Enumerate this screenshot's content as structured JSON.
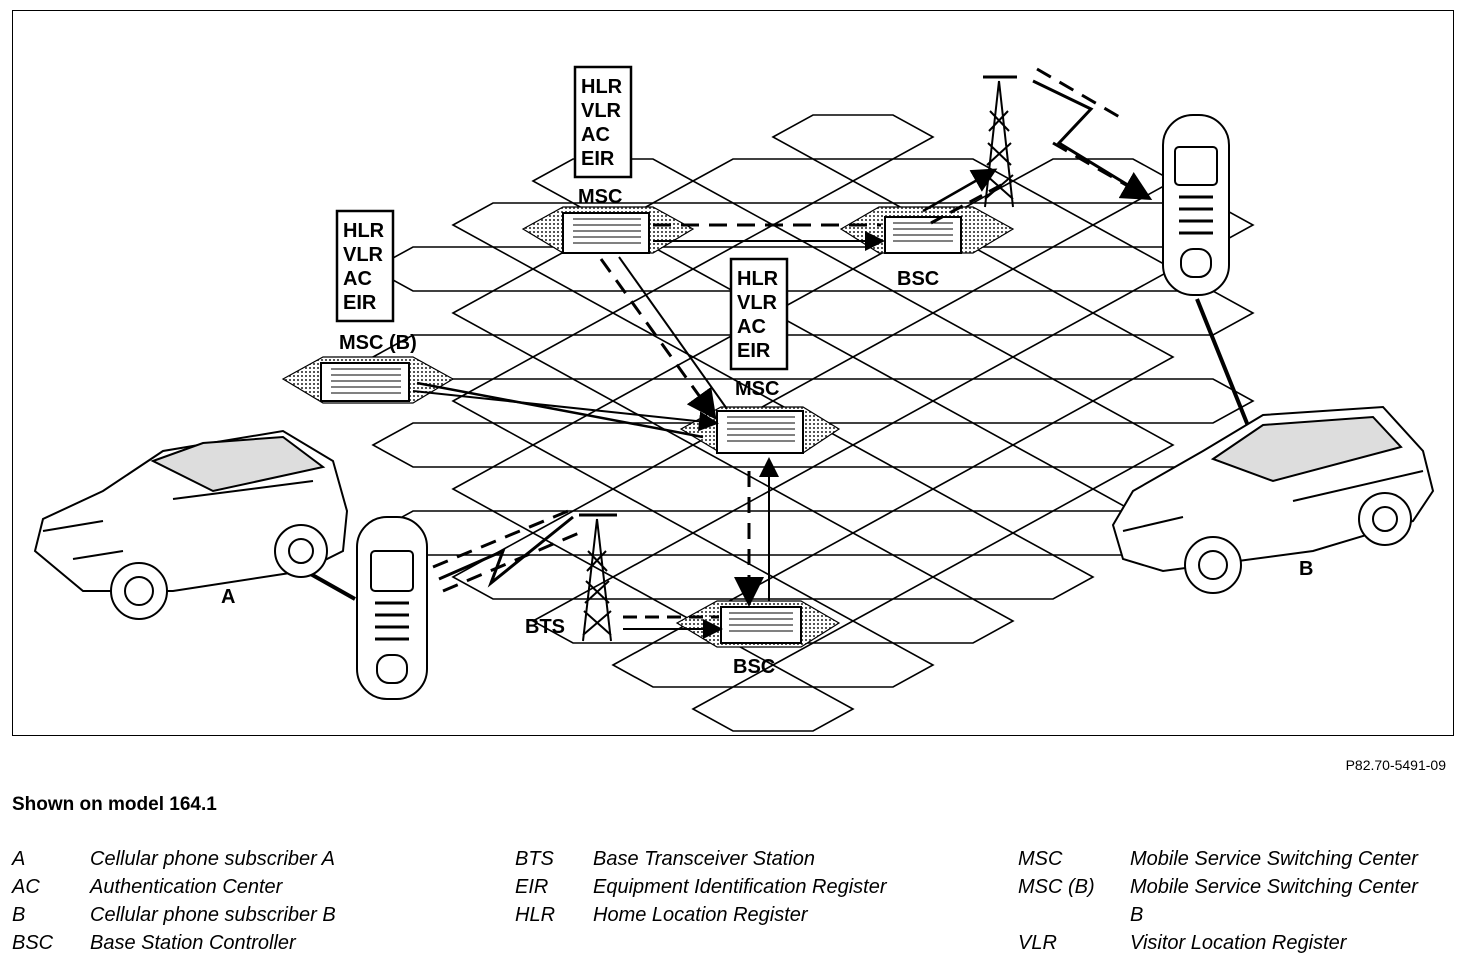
{
  "figure": {
    "labels": {
      "msc_top": "MSC",
      "msc_center": "MSC",
      "msc_b": "MSC (B)",
      "bsc_top_right": "BSC",
      "bsc_bottom": "BSC",
      "bts": "BTS",
      "subscriber_a": "A",
      "subscriber_b": "B"
    },
    "register_stack": [
      "HLR",
      "VLR",
      "AC",
      "EIR"
    ],
    "reference": "P82.70-5491-09"
  },
  "subtitle": "Shown on model 164.1",
  "legend": {
    "col1": [
      {
        "abbr": "A",
        "desc": "Cellular phone subscriber A"
      },
      {
        "abbr": "AC",
        "desc": "Authentication Center"
      },
      {
        "abbr": "B",
        "desc": "Cellular phone subscriber B"
      },
      {
        "abbr": "BSC",
        "desc": "Base Station Controller"
      }
    ],
    "col2": [
      {
        "abbr": "BTS",
        "desc": "Base Transceiver Station"
      },
      {
        "abbr": "EIR",
        "desc": "Equipment Identification Register"
      },
      {
        "abbr": "HLR",
        "desc": "Home Location Register"
      }
    ],
    "col3": [
      {
        "abbr": "MSC",
        "desc": "Mobile Service Switching Center"
      },
      {
        "abbr": "MSC (B)",
        "desc": "Mobile Service Switching Center"
      },
      {
        "abbr": "",
        "desc": "B"
      },
      {
        "abbr": "VLR",
        "desc": "Visitor Location Register"
      }
    ]
  },
  "colors": {
    "line": "#000000",
    "background": "#ffffff",
    "stipple": "#7a7a7a"
  }
}
